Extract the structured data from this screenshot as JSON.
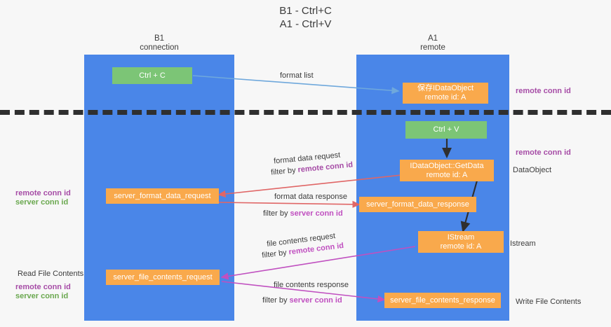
{
  "title": {
    "line1": "B1 - Ctrl+C",
    "line2": "A1 - Ctrl+V"
  },
  "lanes": [
    {
      "name": "b1",
      "title": "B1",
      "subtitle": "connection",
      "color": "#4a86e8"
    },
    {
      "name": "a1",
      "title": "A1",
      "subtitle": "remote",
      "color": "#4a86e8"
    }
  ],
  "boxes": {
    "ctrl_c": {
      "label": "Ctrl + C",
      "color": "#7cc576"
    },
    "ctrl_v": {
      "label": "Ctrl + V",
      "color": "#7cc576"
    },
    "idataobject_top": {
      "line1": "保存IDataObject",
      "line2": "remote id: A",
      "color": "#f9a94c"
    },
    "idataobject_getdata": {
      "line1": "IDataObject::GetData",
      "line2": "remote id: A",
      "color": "#f9a94c"
    },
    "istream": {
      "line1": "IStream",
      "line2": "remote id: A",
      "color": "#f9a94c"
    },
    "server_format_data_request": {
      "label": "server_format_data_request",
      "color": "#f9a94c"
    },
    "server_format_data_response": {
      "label": "server_format_data_response",
      "color": "#f9a94c"
    },
    "server_file_contents_request": {
      "label": "server_file_contents_request",
      "color": "#f9a94c"
    },
    "server_file_contents_response": {
      "label": "server_file_contents_response",
      "color": "#f9a94c"
    }
  },
  "arrows": {
    "format_list": {
      "label": "format list",
      "color": "#6fa8dc"
    },
    "format_data_request": {
      "label": "format data request",
      "filter_prefix": "filter by ",
      "filter_id": "remote conn id",
      "color": "#e06666"
    },
    "format_data_response": {
      "label": "format data response",
      "filter_prefix": "filter by ",
      "filter_id": "server conn id",
      "color": "#e06666"
    },
    "file_contents_request": {
      "label": "file contents request",
      "filter_prefix": "filter by ",
      "filter_id": "remote conn id",
      "color": "#c050c0"
    },
    "file_contents_response": {
      "label": "file contents response",
      "filter_prefix": "filter by ",
      "filter_id": "server conn id",
      "color": "#c050c0"
    }
  },
  "right_labels": {
    "remote_conn_id_top": "remote conn id",
    "remote_conn_id_mid": "remote conn id",
    "dataobject": "DataObject",
    "istream": "Istream",
    "write_file_contents": "Write File Contents"
  },
  "left_labels": {
    "remote_conn_id": "remote conn id",
    "server_conn_id": "server conn id",
    "read_file_contents": "Read File Contents",
    "remote_conn_id_2": "remote conn id",
    "server_conn_id_2": "server conn id"
  },
  "colors": {
    "lane": "#4a86e8",
    "green_box": "#7cc576",
    "orange_box": "#f9a94c",
    "red_arrow": "#e06666",
    "blue_arrow": "#6fa8dc",
    "magenta_arrow": "#c050c0",
    "purple_text": "#a64ca6",
    "green_text": "#6aa84f",
    "background": "#f7f7f7",
    "divider": "#2f2f2f"
  }
}
